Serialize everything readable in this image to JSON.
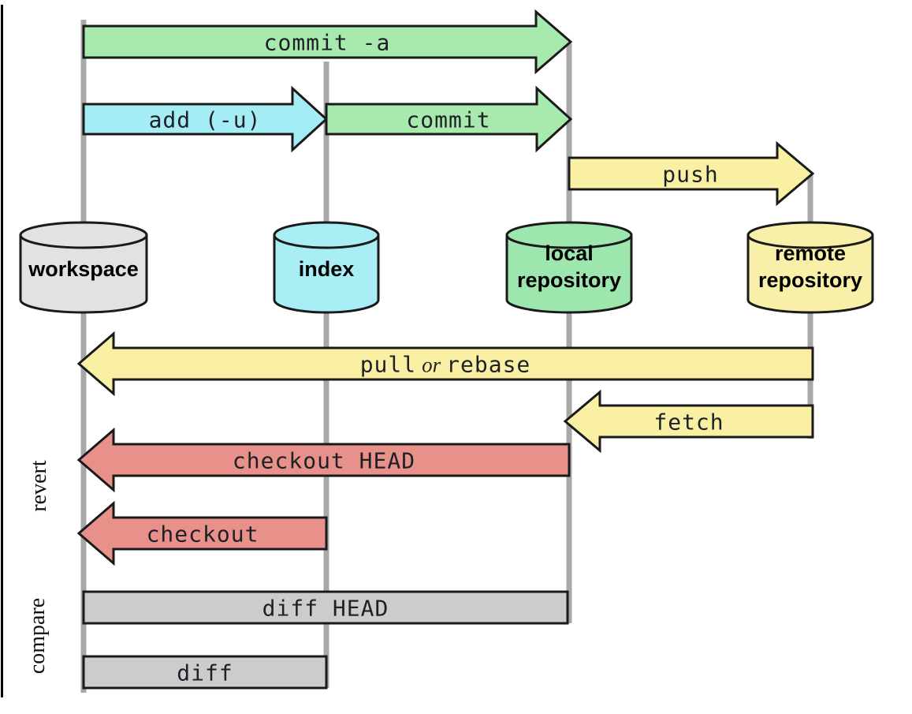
{
  "colors": {
    "outline": "#1a1a1a",
    "lifeline": "#a8a8a8",
    "green": "#a8eaad",
    "cyan": "#a5edf4",
    "yellow": "#f9f0a4",
    "red": "#e8908a",
    "bar_gray": "#cccccc"
  },
  "nodes": [
    {
      "id": "workspace",
      "lines": [
        "workspace"
      ],
      "fill": "#e2e2e2"
    },
    {
      "id": "index",
      "lines": [
        "index"
      ],
      "fill": "#a9edf5"
    },
    {
      "id": "local-repository",
      "lines": [
        "local",
        "repository"
      ],
      "fill": "#9de7af"
    },
    {
      "id": "remote-repository",
      "lines": [
        "remote",
        "repository"
      ],
      "fill": "#f8f0a8"
    }
  ],
  "arrows": [
    {
      "id": "commit-a",
      "label": "commit -a",
      "fill": "#a8eaad",
      "direction": "right",
      "from": "workspace",
      "to": "local-repository"
    },
    {
      "id": "add",
      "label": "add (-u)",
      "fill": "#a5edf4",
      "direction": "right",
      "from": "workspace",
      "to": "index"
    },
    {
      "id": "commit",
      "label": "commit",
      "fill": "#a8eaad",
      "direction": "right",
      "from": "index",
      "to": "local-repository"
    },
    {
      "id": "push",
      "label": "push",
      "fill": "#f9f0a4",
      "direction": "right",
      "from": "local-repository",
      "to": "remote-repository"
    },
    {
      "id": "pull-or-rebase",
      "label_pre": "pull",
      "label_or": "or",
      "label_post": "rebase",
      "fill": "#f9f0a4",
      "direction": "left",
      "from": "remote-repository",
      "to": "workspace"
    },
    {
      "id": "fetch",
      "label": "fetch",
      "fill": "#f9f0a4",
      "direction": "left",
      "from": "remote-repository",
      "to": "local-repository"
    },
    {
      "id": "checkout-head",
      "label": "checkout HEAD",
      "fill": "#e8908a",
      "direction": "left",
      "from": "local-repository",
      "to": "workspace"
    },
    {
      "id": "checkout",
      "label": "checkout",
      "fill": "#e8908a",
      "direction": "left",
      "from": "index",
      "to": "workspace"
    }
  ],
  "bars": [
    {
      "id": "diff-head",
      "label": "diff HEAD",
      "fill": "#cccccc",
      "from": "workspace",
      "to": "local-repository"
    },
    {
      "id": "diff",
      "label": "diff",
      "fill": "#cccccc",
      "from": "workspace",
      "to": "index"
    }
  ],
  "side_labels": [
    {
      "id": "revert",
      "label": "revert"
    },
    {
      "id": "compare",
      "label": "compare"
    }
  ]
}
